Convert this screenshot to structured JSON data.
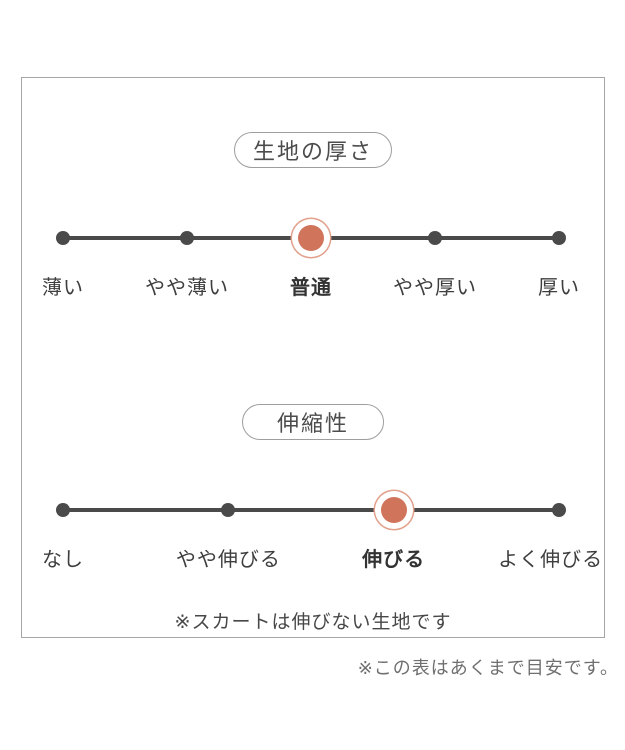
{
  "chart_data": [
    {
      "type": "scatter",
      "title": "生地の厚さ",
      "categories": [
        "薄い",
        "やや薄い",
        "普通",
        "やや厚い",
        "厚い"
      ],
      "selected": "普通",
      "selected_index": 2,
      "num_stops": 5,
      "legend_position": "none",
      "grid": false
    },
    {
      "type": "scatter",
      "title": "伸縮性",
      "categories": [
        "なし",
        "やや伸びる",
        "伸びる",
        "よく伸びる"
      ],
      "selected": "伸びる",
      "selected_index": 2,
      "num_stops": 4,
      "legend_position": "none",
      "grid": false
    }
  ],
  "note": "※スカートは伸びない生地です",
  "footnote": "※この表はあくまで目安です。",
  "colors": {
    "accent": "#d1745c",
    "accent_ring": "#e2a18d",
    "scale_ink": "#4a4a4a",
    "panel_border": "#a6a6a6"
  }
}
